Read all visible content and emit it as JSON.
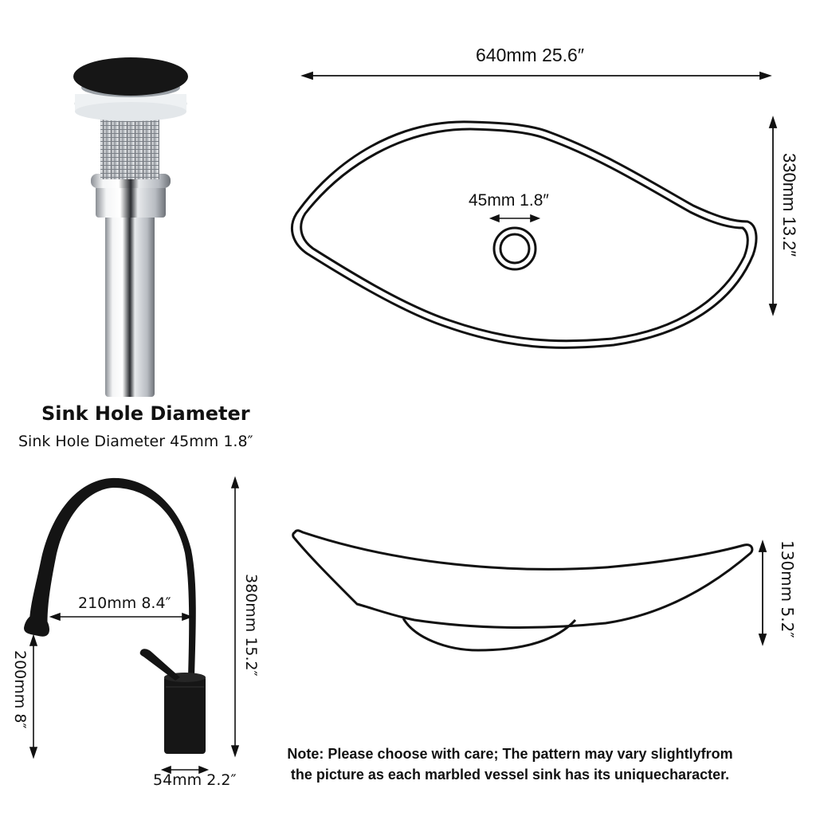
{
  "drain": {
    "title": "Sink Hole Diameter",
    "subtitle": "Sink Hole Diameter 45mm 1.8″",
    "icon": "pop-up-drain-image"
  },
  "top_view": {
    "width_label": "640mm 25.6″",
    "depth_label": "330mm 13.2″",
    "hole_label": "45mm 1.8″"
  },
  "side_view": {
    "height_label": "130mm 5.2″"
  },
  "faucet": {
    "reach_label": "210mm 8.4″",
    "total_height_label": "380mm 15.2″",
    "spout_height_label": "200mm 8″",
    "base_diameter_label": "54mm 2.2″"
  },
  "note": {
    "line1": "Note: Please choose with care;  The pattern may vary slightlyfrom",
    "line2": "the picture as each marbled vessel sink has its uniquecharacter."
  },
  "colors": {
    "line": "#111111",
    "faucet_black": "#141414",
    "chrome": "#c9ccd0",
    "background": "#ffffff"
  }
}
